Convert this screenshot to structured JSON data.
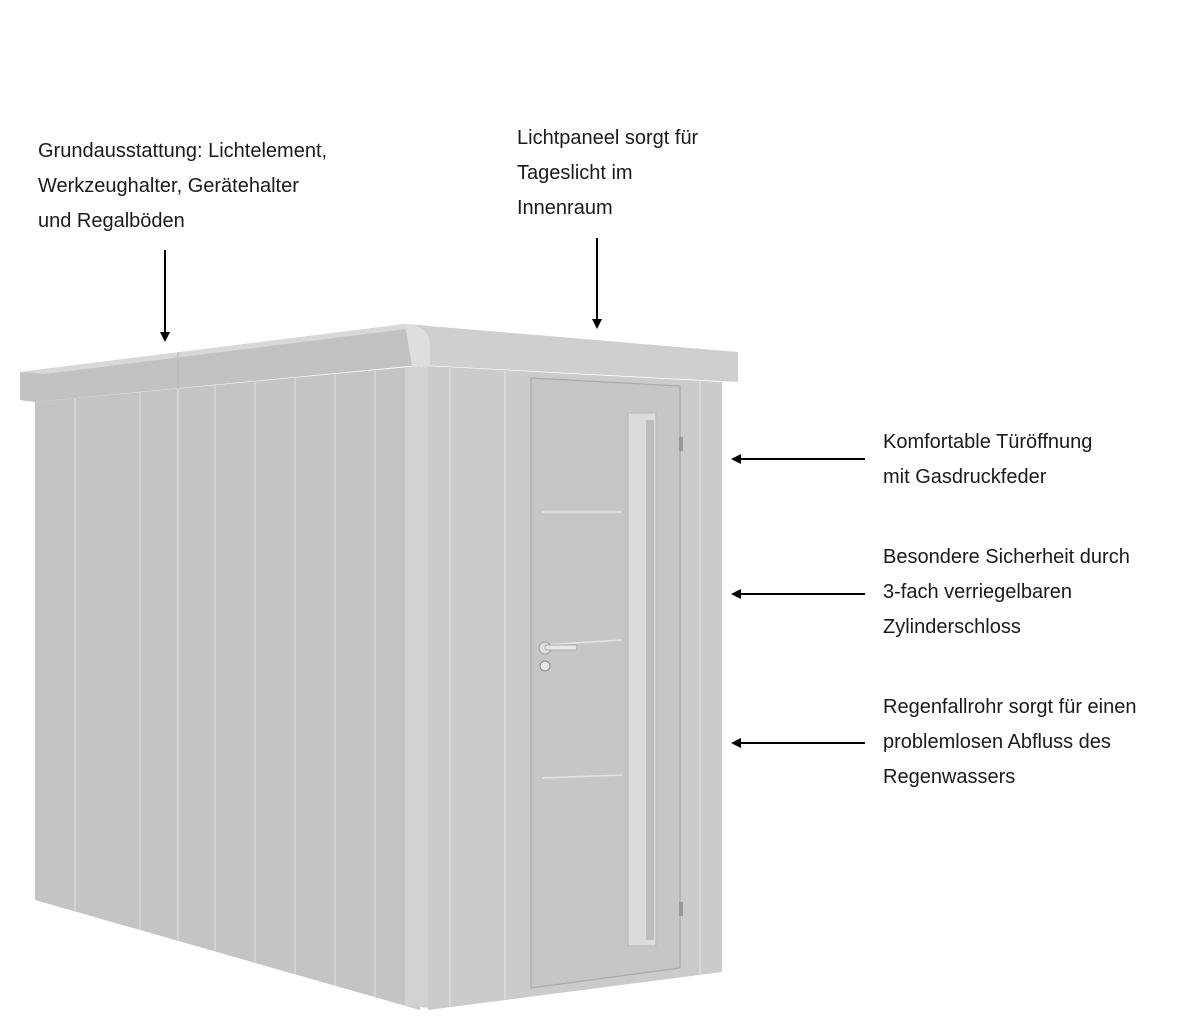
{
  "annotations": {
    "equipment": {
      "lines": [
        "Grundausstattung: Lichtelement,",
        "Werkzeughalter, Gerätehalter",
        "und Regalböden"
      ]
    },
    "light_panel": {
      "lines": [
        "Lichtpaneel sorgt für",
        "Tageslicht im",
        "Innenraum"
      ]
    },
    "door_opening": {
      "lines": [
        "Komfortable Türöffnung",
        "mit Gasdruckfeder"
      ]
    },
    "security": {
      "lines": [
        "Besondere Sicherheit durch",
        "3-fach verriegelbaren",
        "Zylinderschloss"
      ]
    },
    "downpipe": {
      "lines": [
        "Regenfallrohr sorgt für einen",
        "problemlosen Abfluss des",
        "Regenwassers"
      ]
    }
  },
  "colors": {
    "metal": "#c8c8ca",
    "metal_dark": "#bdbdbf",
    "text": "#1a1a1a"
  }
}
